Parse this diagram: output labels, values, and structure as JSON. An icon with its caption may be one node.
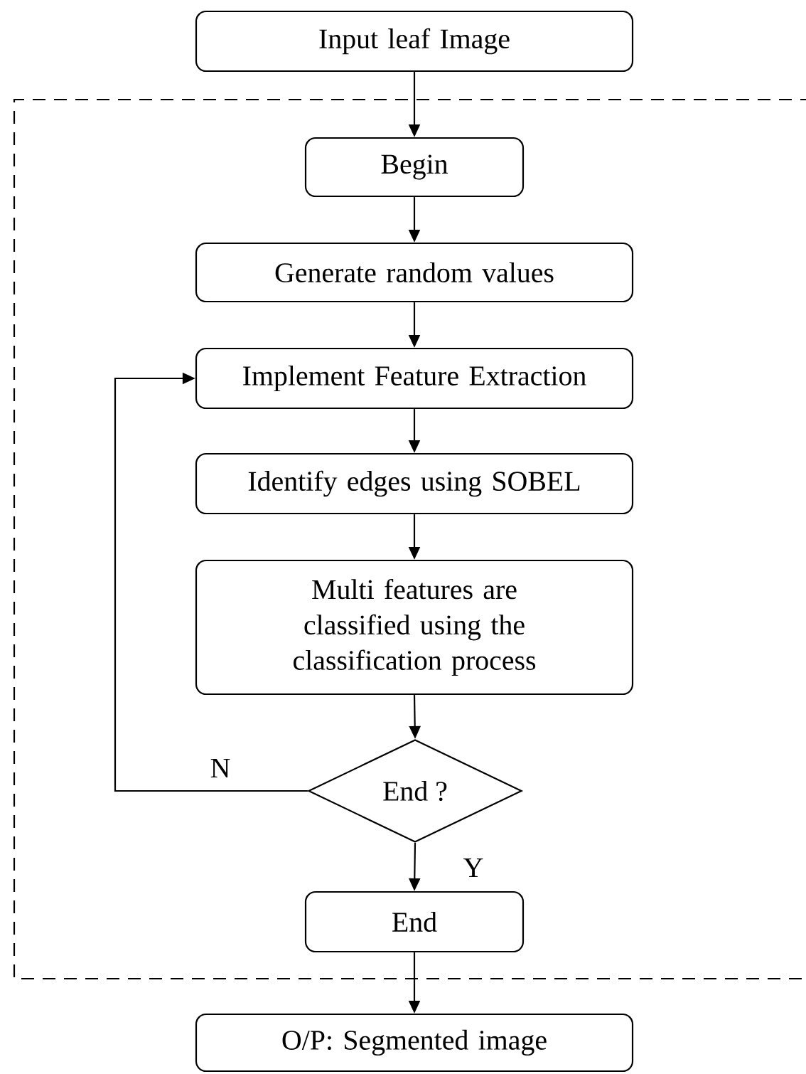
{
  "diagram": {
    "nodes": [
      {
        "text": [
          "Input leaf Image"
        ]
      },
      {
        "text": [],
        "shape": "box"
      },
      {
        "text": [
          "Begin"
        ],
        "in": 1
      },
      {
        "text": [
          "Generate random values"
        ],
        "in": 1
      },
      {
        "text": [
          "Implement Feature Extraction"
        ],
        "in": 1
      },
      {
        "text": [
          "Identify edges using SOBEL"
        ],
        "in": 1
      },
      {
        "text": [
          "Multi features are classified using the classification process"
        ],
        "in": 1
      },
      {
        "text": [
          "End ?"
        ],
        "in": 1
      },
      {
        "text": [
          "End"
        ],
        "in": 1
      },
      {
        "text": [
          "O/P: Segmented image"
        ]
      }
    ],
    "edges": [
      {
        "from": 0,
        "to": 2,
        "arrow": "to"
      },
      {
        "from": 2,
        "to": 3,
        "arrow": "to"
      },
      {
        "from": 3,
        "to": 4,
        "arrow": "to"
      },
      {
        "from": 4,
        "to": 5,
        "arrow": "to"
      },
      {
        "from": 5,
        "to": 6,
        "arrow": "to"
      },
      {
        "from": 6,
        "to": 7,
        "arrow": "to"
      },
      {
        "from": 7,
        "to": 4,
        "arrow": "to",
        "label": "N"
      },
      {
        "from": 7,
        "to": 8,
        "arrow": "to",
        "label": "Y"
      },
      {
        "from": 8,
        "to": 9,
        "arrow": "to"
      }
    ]
  }
}
